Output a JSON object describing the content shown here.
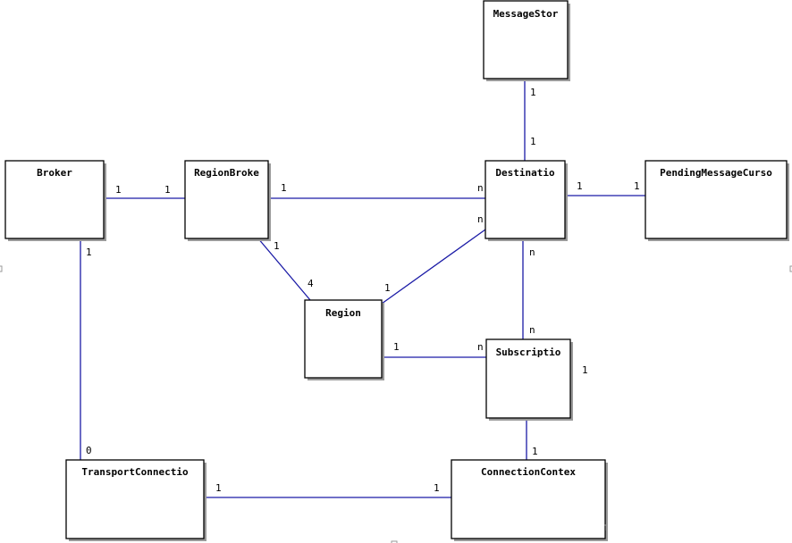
{
  "classes": [
    {
      "id": "message-store",
      "label": "MessageStor"
    },
    {
      "id": "broker",
      "label": "Broker"
    },
    {
      "id": "region-broker",
      "label": "RegionBroke"
    },
    {
      "id": "destination",
      "label": "Destinatio"
    },
    {
      "id": "pending-message-cursor",
      "label": "PendingMessageCurso"
    },
    {
      "id": "region",
      "label": "Region"
    },
    {
      "id": "subscription",
      "label": "Subscriptio"
    },
    {
      "id": "transport-connection",
      "label": "TransportConnectio"
    },
    {
      "id": "connection-context",
      "label": "ConnectionContex"
    }
  ],
  "associations": [
    {
      "from": "message-store",
      "to": "destination",
      "from_mult": "1",
      "to_mult": "1"
    },
    {
      "from": "broker",
      "to": "region-broker",
      "from_mult": "1",
      "to_mult": "1"
    },
    {
      "from": "region-broker",
      "to": "destination",
      "from_mult": "1",
      "to_mult": "n"
    },
    {
      "from": "destination",
      "to": "pending-message-cursor",
      "from_mult": "1",
      "to_mult": "1"
    },
    {
      "from": "region-broker",
      "to": "region",
      "from_mult": "1",
      "to_mult": "4"
    },
    {
      "from": "destination",
      "to": "region",
      "from_mult": "n",
      "to_mult": "1"
    },
    {
      "from": "destination",
      "to": "subscription",
      "from_mult": "n",
      "to_mult": "n"
    },
    {
      "from": "region",
      "to": "subscription",
      "from_mult": "1",
      "to_mult": "n"
    },
    {
      "from": "broker",
      "to": "transport-connection",
      "from_mult": "1",
      "to_mult": "0"
    },
    {
      "from": "subscription",
      "to": "connection-context",
      "from_mult": "1",
      "to_mult": "1"
    },
    {
      "from": "transport-connection",
      "to": "connection-context",
      "from_mult": "1",
      "to_mult": "1"
    }
  ]
}
